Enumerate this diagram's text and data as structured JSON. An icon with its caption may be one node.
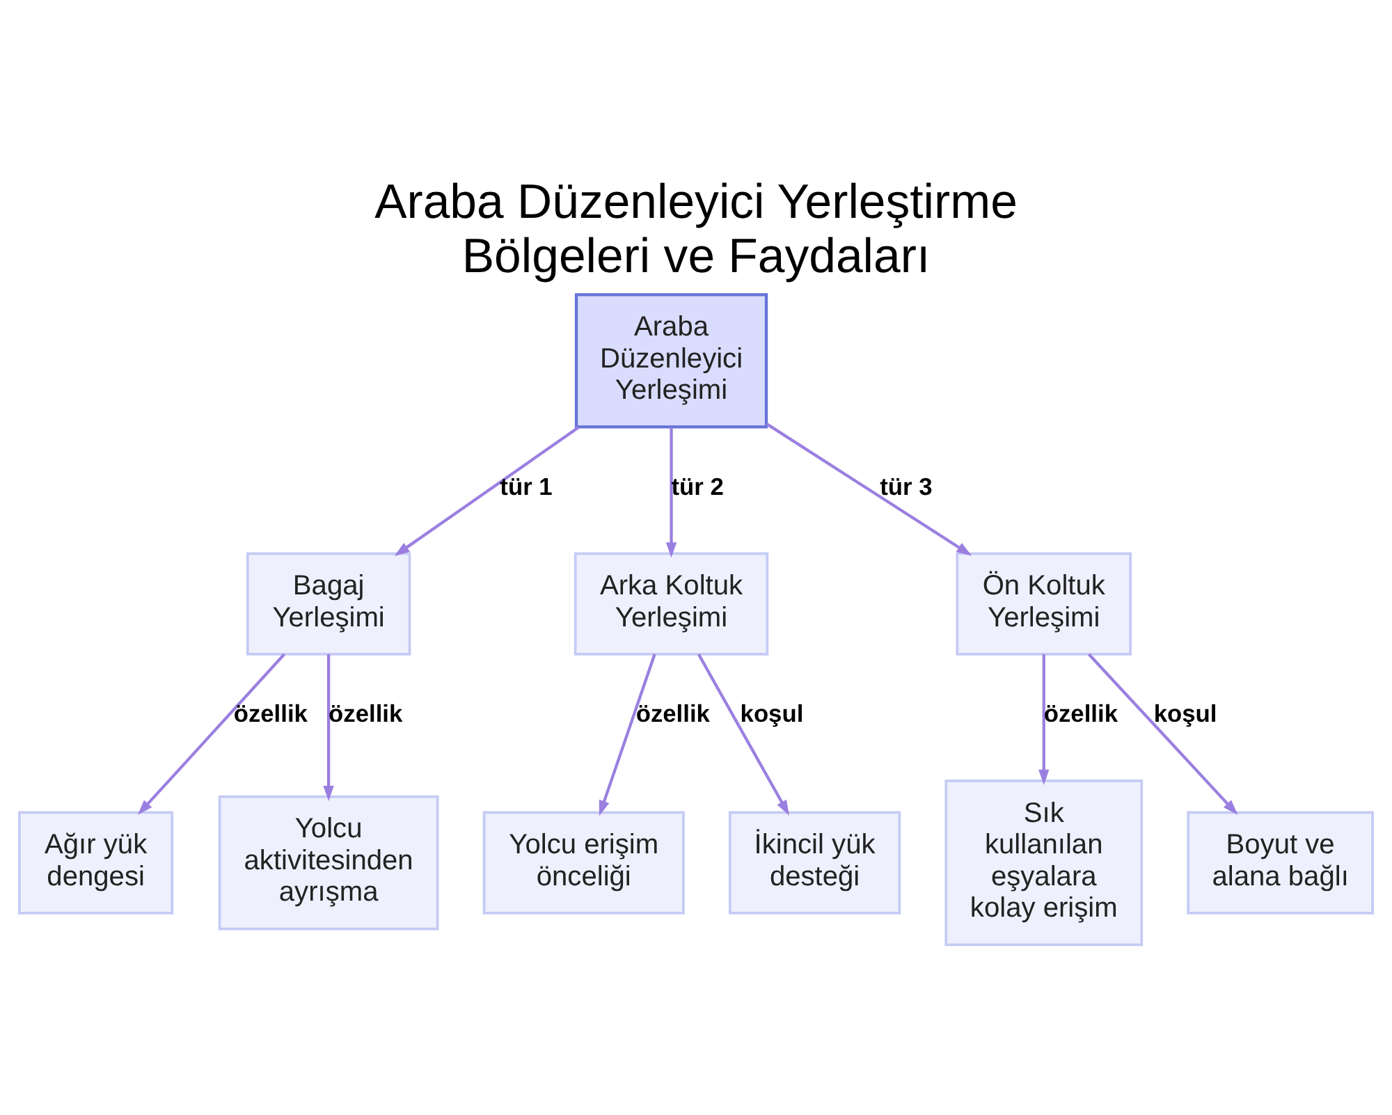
{
  "diagram": {
    "title": "Araba Düzenleyici Yerleştirme Bölgeleri ve Faydaları",
    "nodes": [
      {
        "text": [
          "Araba Düzenleyici Yerleşimi"
        ]
      },
      {
        "text": [
          "Bagaj Yerleşimi"
        ]
      },
      {
        "text": [
          "Arka Koltuk Yerleşimi"
        ]
      },
      {
        "text": [
          "Ön Koltuk Yerleşimi"
        ]
      },
      {
        "text": [
          "Ağır yük dengesi"
        ]
      },
      {
        "text": [
          "Yolcu aktivitesinden ayrışma"
        ]
      },
      {
        "text": [
          "Yolcu erişim önceliği"
        ]
      },
      {
        "text": [
          "İkincil yük desteği"
        ]
      },
      {
        "text": [
          "Sık kullanılan eşyalara kolay erişim"
        ]
      },
      {
        "text": [
          "Boyut ve alana bağlı"
        ]
      }
    ],
    "edges": [
      {
        "from": 0,
        "to": 1,
        "arrow": "to",
        "label": "tür 1"
      },
      {
        "from": 0,
        "to": 2,
        "arrow": "to",
        "label": "tür 2"
      },
      {
        "from": 0,
        "to": 3,
        "arrow": "to",
        "label": "tür 3"
      },
      {
        "from": 1,
        "to": 4,
        "arrow": "to",
        "label": "özellik"
      },
      {
        "from": 1,
        "to": 5,
        "arrow": "to",
        "label": "özellik"
      },
      {
        "from": 2,
        "to": 6,
        "arrow": "to",
        "label": "özellik"
      },
      {
        "from": 2,
        "to": 7,
        "arrow": "to",
        "label": "koşul"
      },
      {
        "from": 3,
        "to": 8,
        "arrow": "to",
        "label": "özellik"
      },
      {
        "from": 3,
        "to": 9,
        "arrow": "to",
        "label": "koşul"
      }
    ]
  }
}
